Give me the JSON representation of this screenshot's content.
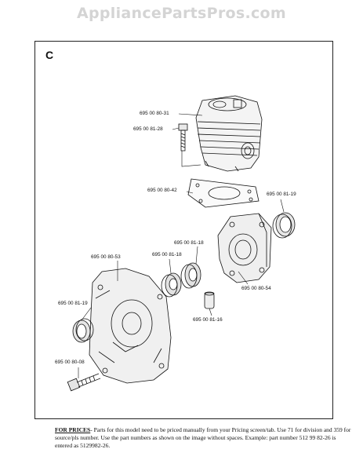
{
  "watermark": "AppliancePartsPros.com",
  "diagram": {
    "section": "C",
    "callouts": [
      {
        "id": "cylinder",
        "label": "695 00 80-31"
      },
      {
        "id": "cyl-bolt",
        "label": "695 00 81-28"
      },
      {
        "id": "gasket",
        "label": "695 00 80-42"
      },
      {
        "id": "seal-right",
        "label": "695 00 81-19"
      },
      {
        "id": "bearing-right",
        "label": "695 00 81-18"
      },
      {
        "id": "bearing-left",
        "label": "695 00 81-18"
      },
      {
        "id": "crankcase-left",
        "label": "695 00 80-53"
      },
      {
        "id": "crankcase-right",
        "label": "695 00 80-54"
      },
      {
        "id": "seal-left",
        "label": "695 00 81-19"
      },
      {
        "id": "pin",
        "label": "695 00 81-16"
      },
      {
        "id": "case-bolt",
        "label": "695 00 80-08"
      }
    ]
  },
  "footer": {
    "lead": "FOR PRICES",
    "text": "- Parts for this model need to be priced manually from your Pricing screen/tab. Use 71 for division and 359 for source/pls number.  Use the part numbers as shown on the image without spaces.  Example: part number 512 99 82-26 is entered as 5129982-26."
  }
}
